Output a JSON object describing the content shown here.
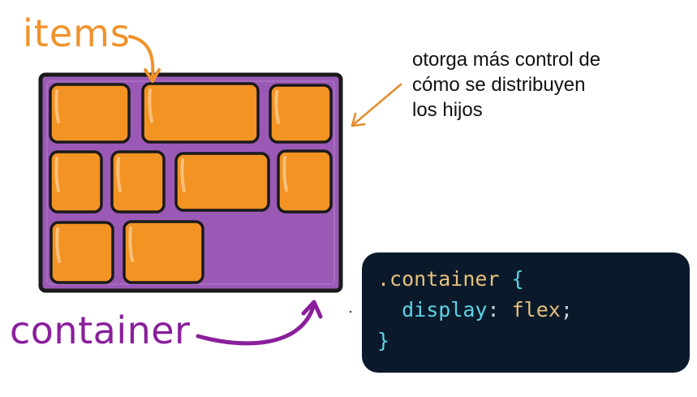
{
  "labels": {
    "items": "items",
    "container": "container"
  },
  "note": {
    "line1": "otorga más control de",
    "line2": "cómo se distribuyen",
    "line3": "los hijos"
  },
  "code": {
    "selector": ".container",
    "open_brace": "{",
    "property": "display",
    "colon": ":",
    "value": "flex",
    "semicolon": ";",
    "close_brace": "}"
  },
  "colors": {
    "container_fill": "#9b59b6",
    "item_fill": "#f39324",
    "items_label": "#f0922b",
    "container_label": "#8a1f9c",
    "code_bg": "#0b1a2b"
  },
  "layout_rows": [
    3,
    4,
    2
  ]
}
